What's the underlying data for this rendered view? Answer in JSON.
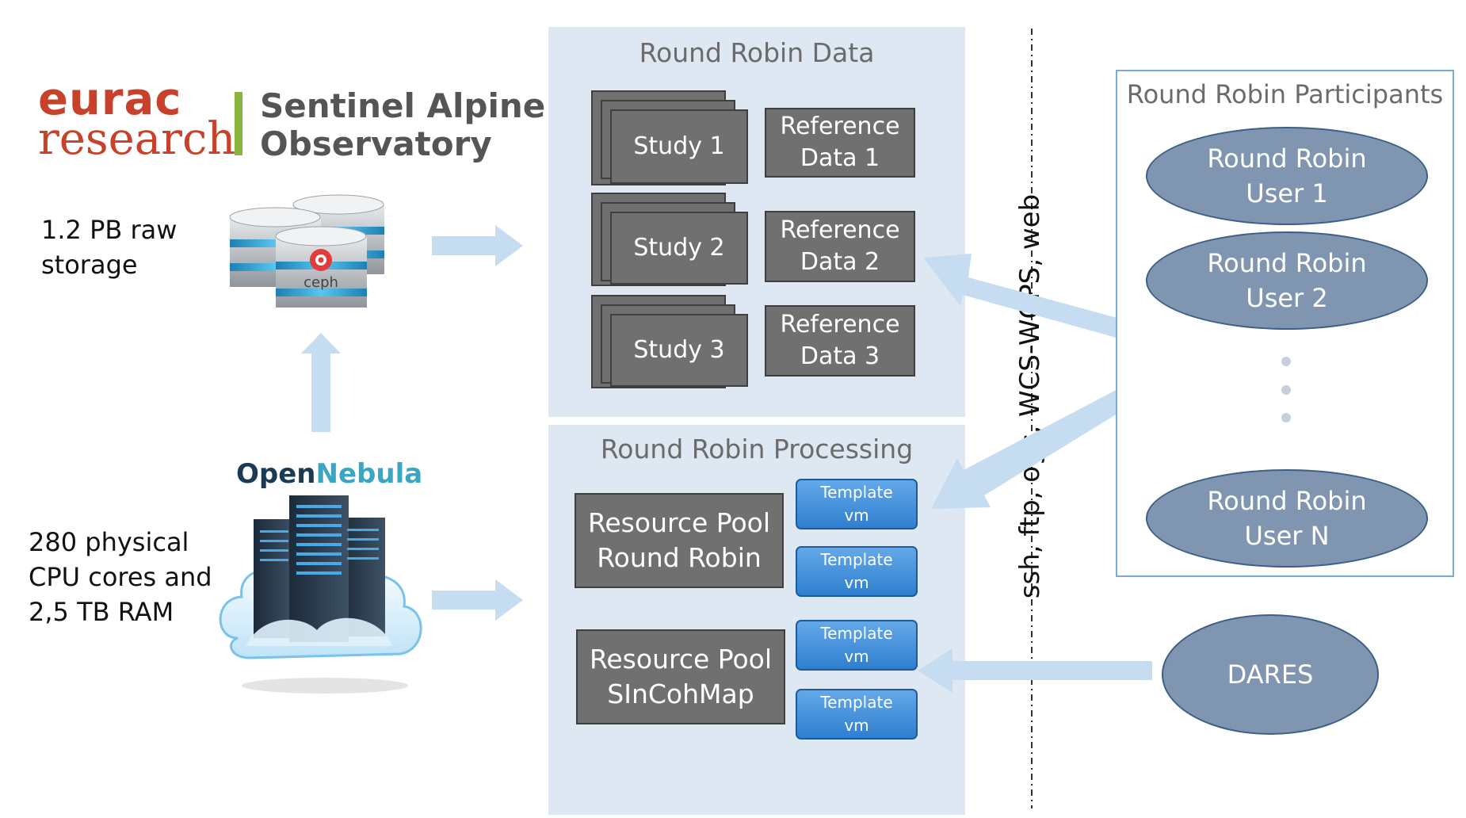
{
  "logo": {
    "eurac_line1": "eurac",
    "eurac_line2": "research",
    "sao_line1": "Sentinel Alpine",
    "sao_line2": "Observatory"
  },
  "storage": {
    "line1": "1.2 PB raw",
    "line2": "storage",
    "ceph_label": "ceph"
  },
  "compute": {
    "opennebula_part1": "Open",
    "opennebula_part2": "Nebula",
    "line1": "280 physical",
    "line2": "CPU cores and",
    "line3": "2,5 TB RAM"
  },
  "data_panel": {
    "title": "Round Robin Data",
    "studies": [
      "Study 1",
      "Study 2",
      "Study 3"
    ],
    "references": [
      {
        "line1": "Reference",
        "line2": "Data 1"
      },
      {
        "line1": "Reference",
        "line2": "Data 2"
      },
      {
        "line1": "Reference",
        "line2": "Data 3"
      }
    ]
  },
  "processing_panel": {
    "title": "Round Robin Processing",
    "pools": [
      {
        "line1": "Resource Pool",
        "line2": "Round Robin"
      },
      {
        "line1": "Resource Pool",
        "line2": "SInCohMap"
      }
    ],
    "template": {
      "line1": "Template",
      "line2": "vm"
    }
  },
  "protocols": "ssh, ftp, ogc, WCS-WCPS, web",
  "participants": {
    "title": "Round Robin Participants",
    "users": [
      {
        "line1": "Round Robin",
        "line2": "User 1"
      },
      {
        "line1": "Round Robin",
        "line2": "User 2"
      },
      {
        "line1": "Round Robin",
        "line2": "User N"
      }
    ]
  },
  "dares": "DARES",
  "colors": {
    "arrow": "#c6dcf0",
    "panel": "#dde8f3",
    "box_gray": "#707070",
    "template_blue": "#3b8ad8",
    "user_ellipse": "#8095b0",
    "eurac_red": "#c8412a",
    "logo_green": "#8ab53d"
  }
}
